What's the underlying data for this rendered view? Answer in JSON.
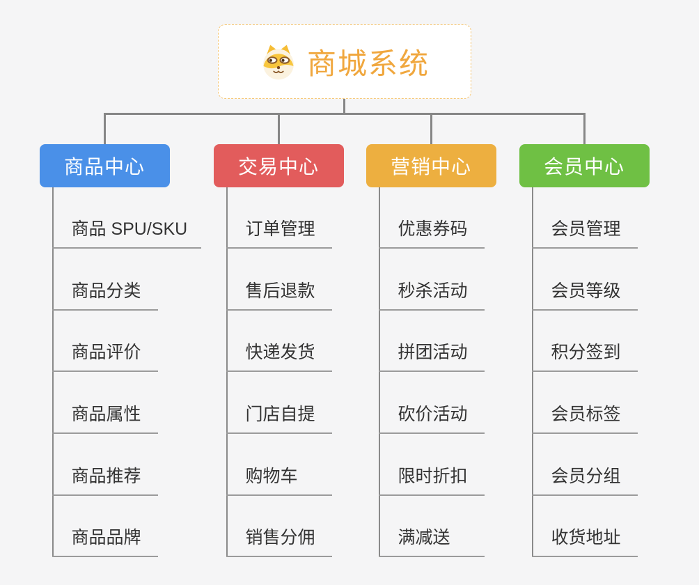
{
  "page": {
    "background": "#f5f5f6"
  },
  "root": {
    "title": "商城系统",
    "icon": "dog-icon",
    "text_color": "#f0a73e",
    "border_color": "#f6c878"
  },
  "connector_color": "#868686",
  "underline_color": "#9b9b9b",
  "branches": [
    {
      "label": "商品中心",
      "color": "#4a90e8",
      "children": [
        "商品 SPU/SKU",
        "商品分类",
        "商品评价",
        "商品属性",
        "商品推荐",
        "商品品牌"
      ]
    },
    {
      "label": "交易中心",
      "color": "#e25c5c",
      "children": [
        "订单管理",
        "售后退款",
        "快递发货",
        "门店自提",
        "购物车",
        "销售分佣"
      ]
    },
    {
      "label": "营销中心",
      "color": "#edaf40",
      "children": [
        "优惠券码",
        "秒杀活动",
        "拼团活动",
        "砍价活动",
        "限时折扣",
        "满减送"
      ]
    },
    {
      "label": "会员中心",
      "color": "#6fc044",
      "children": [
        "会员管理",
        "会员等级",
        "积分签到",
        "会员标签",
        "会员分组",
        "收货地址"
      ]
    }
  ]
}
